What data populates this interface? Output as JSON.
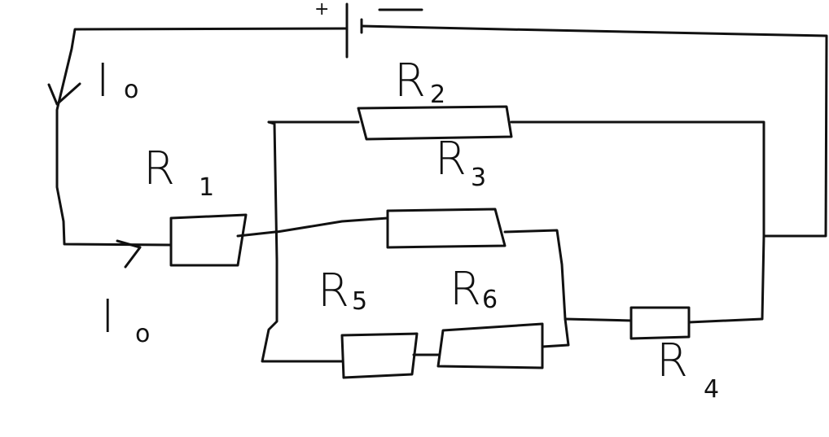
{
  "battery": {
    "plus_label": "+",
    "minus_label": "—"
  },
  "currents": {
    "top": {
      "symbol": "I",
      "subscript": "o"
    },
    "bottom": {
      "symbol": "I",
      "subscript": "o"
    }
  },
  "resistors": {
    "r1": {
      "symbol": "R",
      "subscript": "1"
    },
    "r2": {
      "symbol": "R",
      "subscript": "2"
    },
    "r3": {
      "symbol": "R",
      "subscript": "3"
    },
    "r4": {
      "symbol": "R",
      "subscript": "4"
    },
    "r5": {
      "symbol": "R",
      "subscript": "5"
    },
    "r6": {
      "symbol": "R",
      "subscript": "6"
    }
  },
  "colors": {
    "ink": "#111111",
    "background": "#ffffff"
  }
}
